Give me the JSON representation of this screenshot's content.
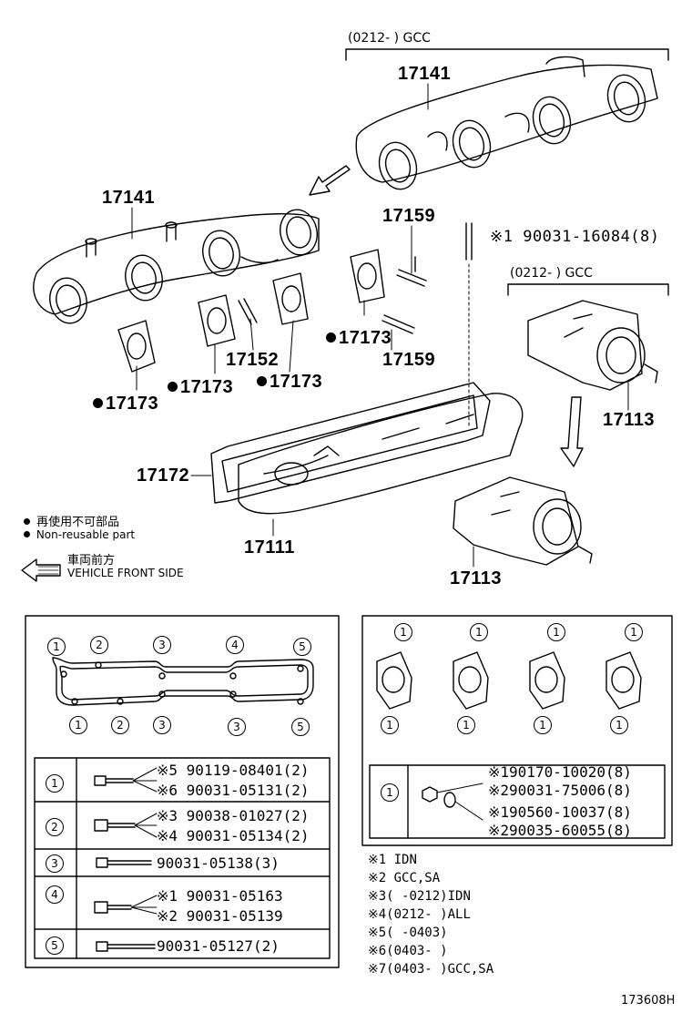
{
  "callouts": {
    "range_top": "(0212-       ) GCC",
    "range_right": "(0212-       ) GCC",
    "p17141_a": "17141",
    "p17141_b": "17141",
    "p17159_a": "17159",
    "p17159_b": "17159",
    "stud_note": "※1 90031-16084(8)",
    "p17173_a": "17173",
    "p17173_b": "17173",
    "p17173_c": "17173",
    "p17173_d": "17173",
    "p17152": "17152",
    "p17113_a": "17113",
    "p17113_b": "17113",
    "p17172": "17172",
    "p17111": "17111"
  },
  "legend": {
    "nonreuse_jp": "再使用不可部品",
    "nonreuse_en": "Non-reusable part",
    "front_jp": "車両前方",
    "front_en": "VEHICLE FRONT SIDE"
  },
  "left_detail": {
    "top_positions": [
      "1",
      "2",
      "3",
      "4",
      "5"
    ],
    "bottom_positions": [
      "1",
      "2",
      "3",
      "3",
      "5"
    ],
    "rows": [
      {
        "pos": "1",
        "lines": [
          "※5 90119-08401(2)",
          "※6 90031-05131(2)"
        ]
      },
      {
        "pos": "2",
        "lines": [
          "※3  90038-01027(2)",
          "※4  90031-05134(2)"
        ]
      },
      {
        "pos": "3",
        "lines": [
          "90031-05138(3)"
        ]
      },
      {
        "pos": "4",
        "lines": [
          "※1  90031-05163",
          "※2  90031-05139"
        ]
      },
      {
        "pos": "5",
        "lines": [
          "90031-05127(2)"
        ]
      }
    ]
  },
  "right_detail": {
    "top_positions": [
      "1",
      "1",
      "1",
      "1"
    ],
    "bottom_positions": [
      "1",
      "1",
      "1",
      "1"
    ],
    "row": {
      "pos": "1",
      "lines": [
        "※190170-10020(8)",
        "※290031-75006(8)",
        "※190560-10037(8)",
        "※290035-60055(8)"
      ]
    }
  },
  "notes": [
    "※1 IDN",
    "※2 GCC,SA",
    "※3(    -0212)IDN",
    "※4(0212-     )ALL",
    "※5(    -0403)",
    "※6(0403-     )",
    "※7(0403-     )GCC,SA"
  ],
  "figure_id": "173608H"
}
